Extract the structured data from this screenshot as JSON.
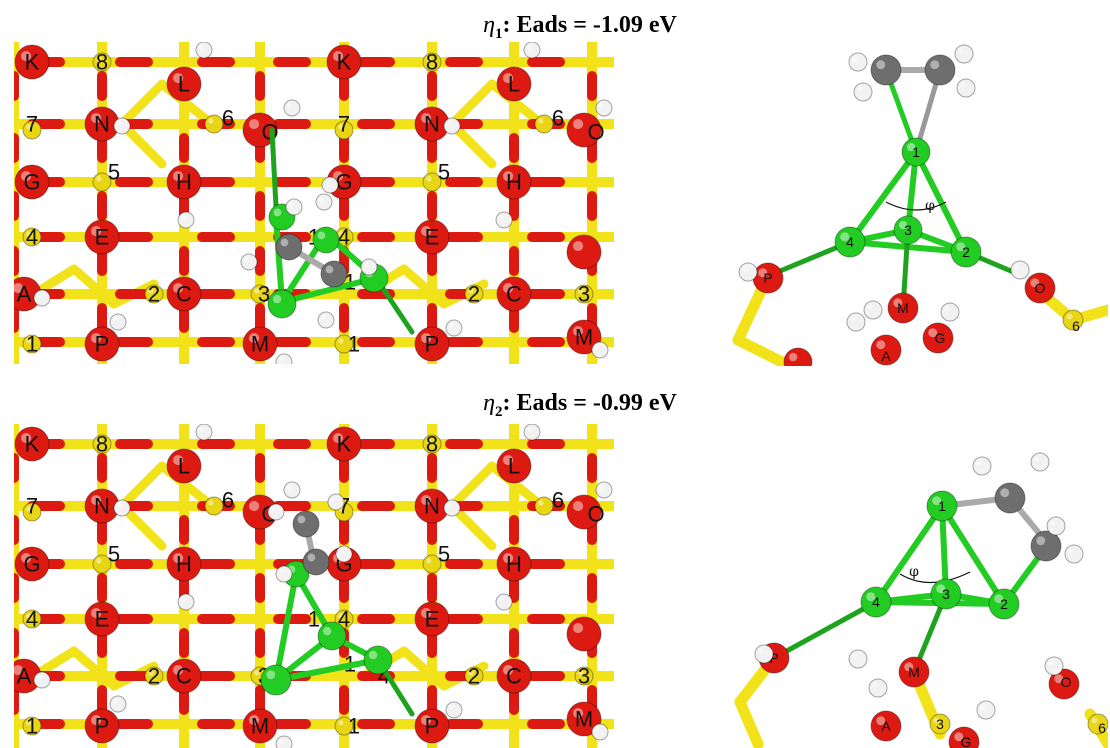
{
  "panels": [
    {
      "eta_symbol": "η",
      "eta_sub": "1",
      "title_text": ": Eads = -1.09 eV",
      "surface_labels": [
        "K",
        "8",
        "L",
        "K",
        "8",
        "L",
        "7",
        "N",
        "6",
        "O",
        "7",
        "N",
        "6",
        "O",
        "G",
        "5",
        "H",
        "G",
        "5",
        "H",
        "4",
        "E",
        "1",
        "4",
        "E",
        "A",
        "2",
        "C",
        "3",
        "1",
        "2",
        "C",
        "3",
        "1",
        "P",
        "M",
        "1",
        "P",
        "M"
      ],
      "cluster_labels": [
        "1",
        "2",
        "3",
        "4",
        "P",
        "O",
        "M",
        "A",
        "G",
        "6"
      ],
      "angle_label": "φ"
    },
    {
      "eta_symbol": "η",
      "eta_sub": "2",
      "title_text": ": Eads = -0.99 eV",
      "surface_labels": [
        "K",
        "8",
        "L",
        "K",
        "8",
        "L",
        "7",
        "N",
        "6",
        "O",
        "7",
        "N",
        "6",
        "O",
        "G",
        "5",
        "H",
        "G",
        "5",
        "H",
        "4",
        "E",
        "1",
        "4",
        "E",
        "A",
        "2",
        "C",
        "3",
        "1",
        "4",
        "2",
        "C",
        "3",
        "1",
        "P",
        "M",
        "1",
        "P",
        "M"
      ],
      "cluster_labels": [
        "1",
        "2",
        "3",
        "4",
        "P",
        "O",
        "M",
        "A",
        "G",
        "3",
        "6"
      ],
      "angle_label": "φ"
    }
  ],
  "colors": {
    "oxygen": "#dd1a12",
    "silicon_bond": "#f2e21a",
    "platinum": "#22cc22",
    "hydrogen": "#f2f2f2",
    "carbon": "#6e6e6e"
  }
}
